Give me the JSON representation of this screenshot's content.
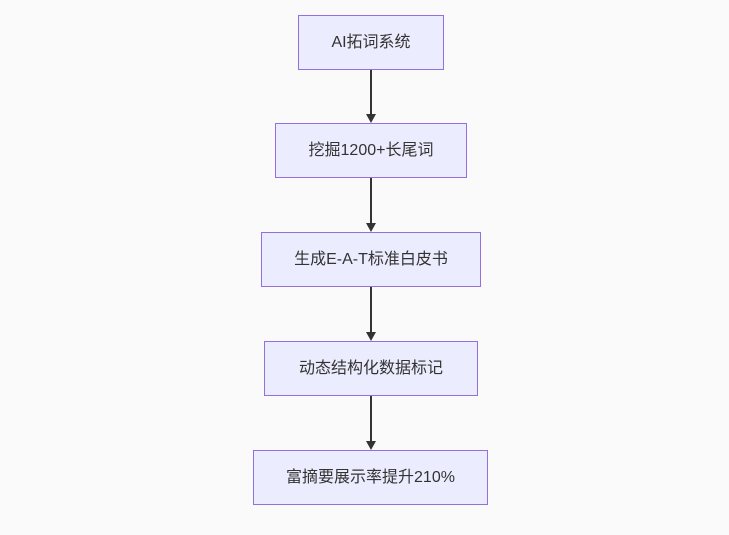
{
  "diagram": {
    "type": "flowchart",
    "direction": "top-down",
    "nodes": [
      {
        "id": "A",
        "label": "AI拓词系统"
      },
      {
        "id": "B",
        "label": "挖掘1200+长尾词"
      },
      {
        "id": "C",
        "label": "生成E-A-T标准白皮书"
      },
      {
        "id": "D",
        "label": "动态结构化数据标记"
      },
      {
        "id": "E",
        "label": "富摘要展示率提升210%"
      }
    ],
    "edges": [
      {
        "from": "A",
        "to": "B"
      },
      {
        "from": "B",
        "to": "C"
      },
      {
        "from": "C",
        "to": "D"
      },
      {
        "from": "D",
        "to": "E"
      }
    ]
  },
  "colors": {
    "background": "#fafafa",
    "node_fill": "#ECECFF",
    "node_border": "#9370DB",
    "edge": "#333333",
    "text": "#333333"
  }
}
